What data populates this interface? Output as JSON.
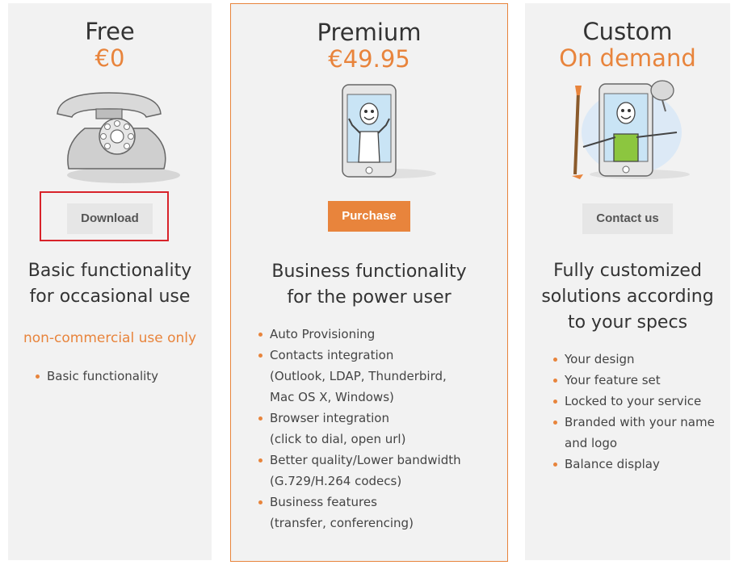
{
  "plans": {
    "free": {
      "name": "Free",
      "price": "€0",
      "button": "Download",
      "tagline": [
        "Basic functionality",
        "for occasional use"
      ],
      "note": "non-commercial use only",
      "features": [
        "Basic functionality"
      ]
    },
    "premium": {
      "name": "Premium",
      "price": "€49.95",
      "button": "Purchase",
      "tagline": [
        "Business functionality",
        "for the power user"
      ],
      "features": [
        [
          "Auto Provisioning"
        ],
        [
          "Contacts integration",
          "(Outlook, LDAP, Thunderbird,",
          "Mac OS X, Windows)"
        ],
        [
          "Browser integration",
          "(click to dial, open url)"
        ],
        [
          "Better quality/Lower bandwidth",
          "(G.729/H.264 codecs)"
        ],
        [
          "Business features",
          "(transfer, conferencing)"
        ]
      ]
    },
    "custom": {
      "name": "Custom",
      "price": "On demand",
      "button": "Contact us",
      "tagline": [
        "Fully customized",
        "solutions according",
        "to your specs"
      ],
      "features": [
        [
          "Your design"
        ],
        [
          "Your feature set"
        ],
        [
          "Locked to your service"
        ],
        [
          "Branded with your name",
          "and logo"
        ],
        [
          "Balance display"
        ]
      ]
    }
  },
  "icons": {
    "free": "rotary-telephone-icon",
    "premium": "smartphone-character-icon",
    "custom": "custom-smartphone-character-icon"
  },
  "colors": {
    "accent": "#e8843c",
    "card_bg": "#f2f2f2",
    "highlight": "#d8232a"
  }
}
